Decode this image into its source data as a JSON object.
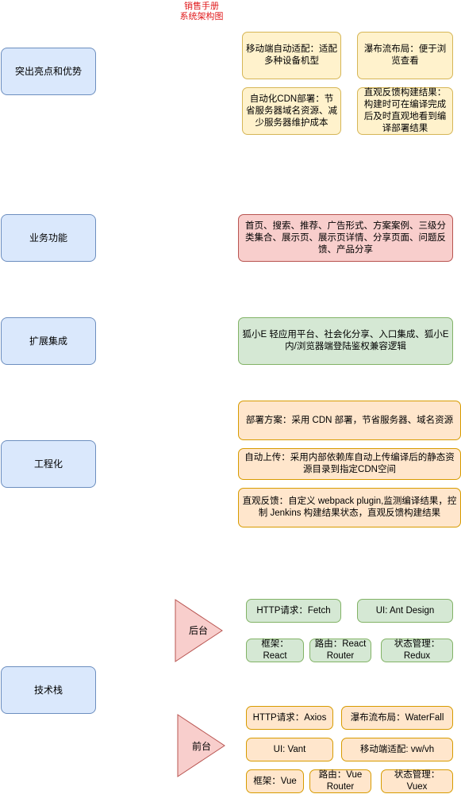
{
  "diagram": {
    "title_line1": "销售手册",
    "title_line2": "系统架构图",
    "categories": {
      "highlights": "突出亮点和优势",
      "business": "业务功能",
      "extension": "扩展集成",
      "engineering": "工程化",
      "tech_stack": "技术栈"
    },
    "highlights": {
      "mobile_adapt": "移动端自动适配：适配多种设备机型",
      "waterfall": "瀑布流布局：便于浏览查看",
      "cdn_deploy": "自动化CDN部署：节省服务器域名资源、减少服务器维护成本",
      "build_feedback": "直观反馈构建结果：构建时可在编译完成后及时直观地看到编译部署结果"
    },
    "business": {
      "features": "首页、搜索、推荐、广告形式、方案案例、三级分类集合、展示页、展示页详情、分享页面、问题反馈、产品分享"
    },
    "extension": {
      "integrations": "狐小E 轻应用平台、社会化分享、入口集成、狐小E内/浏览器端登陆鉴权兼容逻辑"
    },
    "engineering": {
      "deploy": "部署方案：采用 CDN 部署，节省服务器、域名资源",
      "upload": "自动上传：采用内部依赖库自动上传编译后的静态资源目录到指定CDN空间",
      "feedback": "直观反馈：自定义 webpack plugin,监测编译结果，控制 Jenkins 构建结果状态，直观反馈构建结果"
    },
    "backend": {
      "label": "后台",
      "http": "HTTP请求：Fetch",
      "ui": "UI: Ant Design",
      "framework": "框架：React",
      "router": "路由：React Router",
      "state": "状态管理：Redux"
    },
    "frontend": {
      "label": "前台",
      "http": "HTTP请求：Axios",
      "waterfall": "瀑布流布局：WaterFall",
      "ui": "UI: Vant",
      "mobile": "移动端适配: vw/vh",
      "framework": "框架：Vue",
      "router": "路由：Vue Router",
      "state": "状态管理：Vuex"
    },
    "colors": {
      "blue_fill": "#dae8fc",
      "yellow_fill": "#fff2cc",
      "red_fill": "#f8cecc",
      "green_fill": "#d5e8d4",
      "orange_fill": "#ffe6cc",
      "title_red": "#e0191b"
    }
  }
}
